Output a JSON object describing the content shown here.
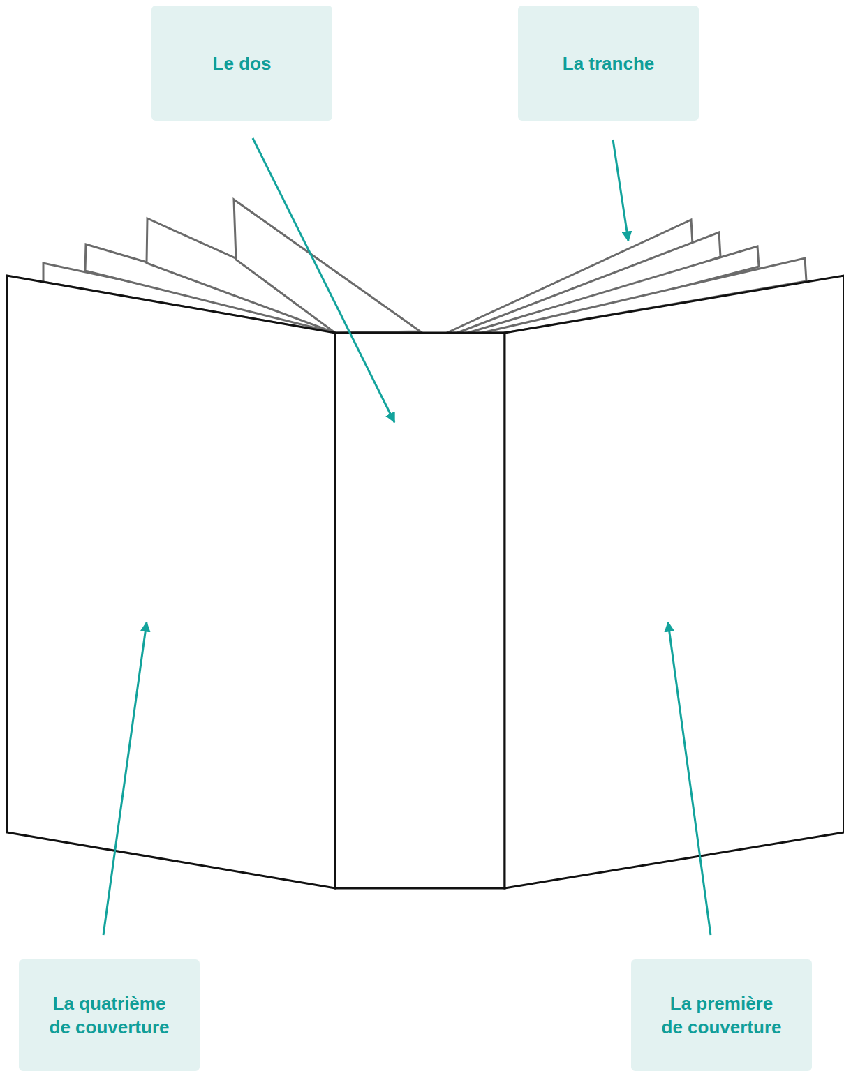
{
  "diagram": {
    "nodes": [
      {
        "text": [
          "Le dos"
        ]
      },
      {
        "text": [
          "La tranche"
        ]
      },
      {
        "text": [
          "La quatrième de couverture"
        ]
      },
      {
        "text": [
          "La première de couverture"
        ]
      }
    ],
    "edges": []
  }
}
